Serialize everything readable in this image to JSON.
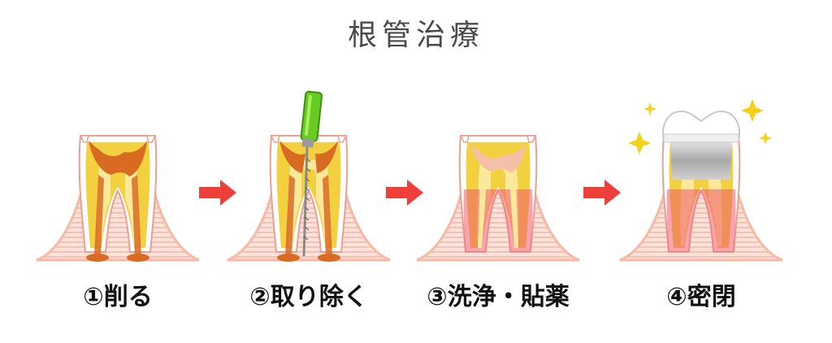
{
  "title": "根管治療",
  "steps": [
    {
      "label": "①削る",
      "icon": "tooth-decayed-icon"
    },
    {
      "label": "②取り除く",
      "icon": "tooth-file-icon"
    },
    {
      "label": "③洗浄・貼薬",
      "icon": "tooth-cleaned-icon"
    },
    {
      "label": "④密閉",
      "icon": "tooth-crown-icon"
    }
  ],
  "arrows": [
    "arrow-right-icon",
    "arrow-right-icon",
    "arrow-right-icon"
  ],
  "colors": {
    "gum": "#f6b9a5",
    "gum_lines": "#f4a79a",
    "enamel": "#ffffff",
    "dentin": "#f2d040",
    "pulp": "#fbe89a",
    "decay": "#d86a22",
    "arrow": "#ee3f3a",
    "file_handle": "#66cc22",
    "crown": "#b8b8b8",
    "sparkle": "#f5d21a",
    "title": "#4a4a4a"
  }
}
